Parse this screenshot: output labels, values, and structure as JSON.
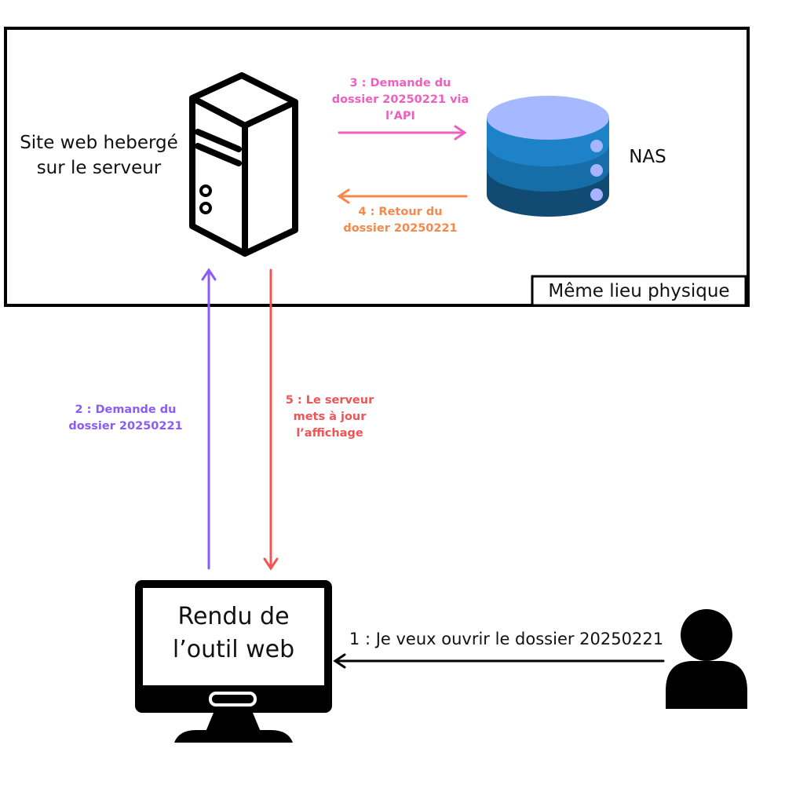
{
  "colors": {
    "step2": "#8b5cf6",
    "step3": "#ef5fbf",
    "step4": "#f4894b",
    "step5": "#f05454",
    "step1": "#000000",
    "nas_top": "#a6b8ff",
    "nas_mid1": "#1d82c8",
    "nas_mid2": "#176da8",
    "nas_bottom": "#114a73",
    "nas_dot": "#a7b4ff"
  },
  "zone": {
    "label": "Même lieu physique"
  },
  "server": {
    "label": "Site web hebergé\nsur le serveur",
    "icon": "server-tower-icon"
  },
  "nas": {
    "label": "NAS",
    "icon": "database-cylinder-icon"
  },
  "client": {
    "label": "Rendu de\nl’outil web",
    "icon": "desktop-monitor-icon"
  },
  "user": {
    "icon": "person-icon"
  },
  "steps": {
    "s1": "1 : Je veux ouvrir le dossier 20250221",
    "s2": "2 : Demande du\ndossier 20250221",
    "s3": "3 : Demande du\ndossier 20250221 via\nl’API",
    "s4": "4 : Retour du\ndossier 20250221",
    "s5": "5 : Le serveur\nmets à jour\nl’affichage"
  }
}
